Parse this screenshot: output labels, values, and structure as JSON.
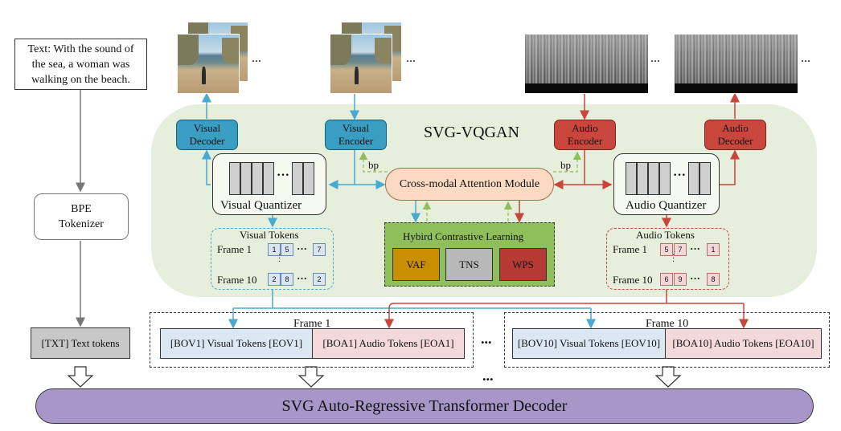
{
  "text_input": "Text: With the sound of the sea, a woman was walking on the beach.",
  "bpe_tokenizer": "BPE\nTokenizer",
  "text_tokens": "[TXT] Text tokens",
  "ellipsis": "...",
  "bp": "bp",
  "svg_vqgan": "SVG-VQGAN",
  "visual_decoder": "Visual\nDecoder",
  "visual_encoder": "Visual\nEncoder",
  "audio_encoder": "Audio\nEncoder",
  "audio_decoder": "Audio\nDecoder",
  "visual_quantizer": "Visual Quantizer",
  "audio_quantizer": "Audio Quantizer",
  "cross_modal": "Cross-modal Attention Module",
  "hcl": {
    "title": "Hybird Contrastive Learning",
    "vaf": "VAF",
    "tns": "TNS",
    "wps": "WPS"
  },
  "visual_tokens": {
    "title": "Visual Tokens",
    "frame1_label": "Frame 1",
    "frame10_label": "Frame 10",
    "frame1": [
      "1",
      "5",
      "7"
    ],
    "frame10": [
      "2",
      "8",
      "2"
    ]
  },
  "audio_tokens": {
    "title": "Audio Tokens",
    "frame1_label": "Frame 1",
    "frame10_label": "Frame 10",
    "frame1": [
      "5",
      "7",
      "1"
    ],
    "frame10": [
      "6",
      "9",
      "8"
    ]
  },
  "frame1": {
    "label": "Frame 1",
    "visual": "[BOV1] Visual Tokens [EOV1]",
    "audio": "[BOA1] Audio Tokens [EOA1]"
  },
  "frame10": {
    "label": "Frame 10",
    "visual": "[BOV10] Visual Tokens [EOV10]",
    "audio": "[BOA10] Audio Tokens [EOA10]"
  },
  "decoder": "SVG Auto-Regressive Transformer Decoder",
  "colors": {
    "vqgan_bg": "#e6eedc",
    "visual_box": "#3a9ec3",
    "audio_box": "#c9463d",
    "cross_modal_bg": "#fbd9c3",
    "hcl_bg": "#8fbf5a",
    "vaf": "#c98f00",
    "tns": "#b8b8b8",
    "wps": "#b53a33",
    "decoder": "#a796c7",
    "visual_seq": "#dbe8f4",
    "audio_seq": "#f3d9d9",
    "blue_arrow": "#4aa9cf",
    "red_arrow": "#c9463d",
    "green_arrow": "#8fbf5a"
  }
}
